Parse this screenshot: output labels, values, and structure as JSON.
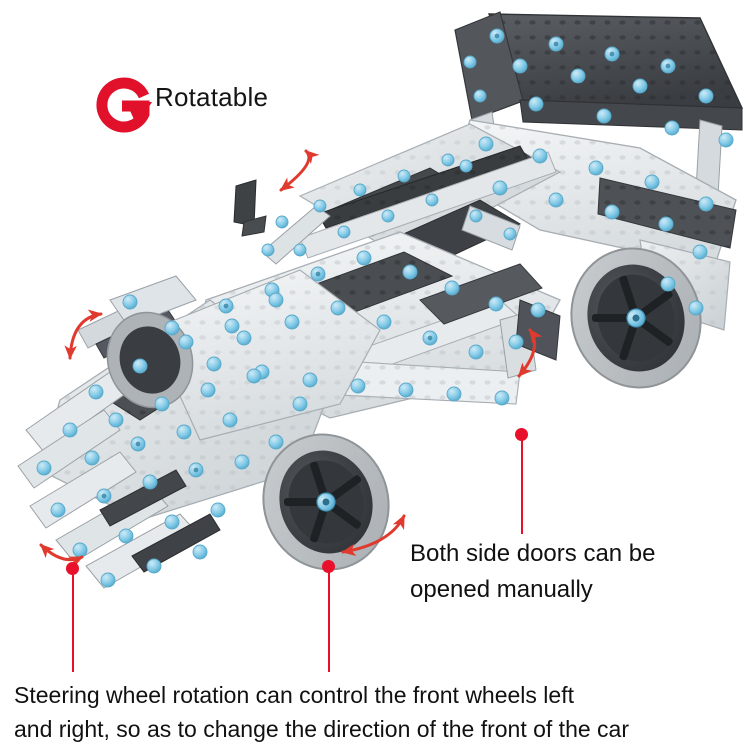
{
  "page": {
    "background": "#ffffff",
    "accent_red": "#e8102a",
    "screw_blue": "#7ec9e8",
    "metal_light": "#e9ecee",
    "metal_dark": "#4a4d51",
    "tire_gray": "#b9bdc0"
  },
  "badge": {
    "icon": "rotate-circular-arrow-icon",
    "label": "Rotatable"
  },
  "callouts": {
    "doors": {
      "line1": "Both side doors can be",
      "line2": "opened manually",
      "marker": "red-dot-marker"
    },
    "steering": {
      "line1": "Steering wheel rotation can control the front wheels left",
      "line2": "and right, so as to change the direction of the front of the car",
      "marker_left": "red-dot-marker",
      "marker_right": "red-dot-marker"
    }
  },
  "motion_arrows": [
    {
      "name": "door-swing-arrow-top",
      "kind": "double-curved-arrow"
    },
    {
      "name": "hood-swing-arrow-left",
      "kind": "double-curved-arrow"
    },
    {
      "name": "door-swing-arrow-right",
      "kind": "double-curved-arrow"
    },
    {
      "name": "wheel-steer-arrow-front",
      "kind": "double-curved-arrow"
    },
    {
      "name": "wheel-steer-arrow-left",
      "kind": "double-curved-arrow"
    }
  ],
  "model": {
    "subject": "metal-building-block-sports-car",
    "parts": [
      "rear-spoiler",
      "body-panels",
      "front-wheel",
      "rear-wheel",
      "cockpit-interior",
      "side-door",
      "front-hood"
    ]
  }
}
